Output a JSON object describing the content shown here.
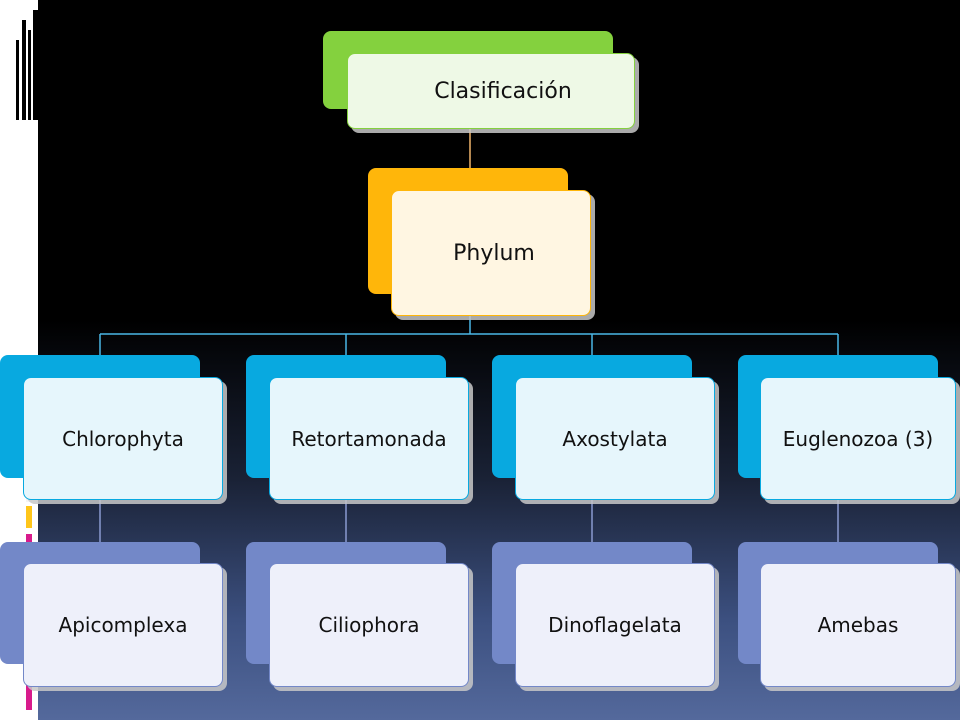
{
  "colors": {
    "root_accent": "#84d13e",
    "root_fill": "#eef9e6",
    "phylum_accent": "#ffb60a",
    "phylum_fill": "#fff6e2",
    "group_accent": "#08a9e0",
    "group_fill": "#e6f6fc",
    "leaf_accent": "#7388c8",
    "leaf_fill": "#eef0fa",
    "connector": "#4ab7e6"
  },
  "root": {
    "label": "Clasificación"
  },
  "phylum": {
    "label": "Phylum"
  },
  "groups": [
    {
      "label": "Chlorophyta",
      "child": "Apicomplexa"
    },
    {
      "label": "Retortamonada",
      "child": "Ciliophora"
    },
    {
      "label": "Axostylata",
      "child": "Dinoflagelata"
    },
    {
      "label": "Euglenozoa (3)",
      "child": "Amebas"
    }
  ]
}
